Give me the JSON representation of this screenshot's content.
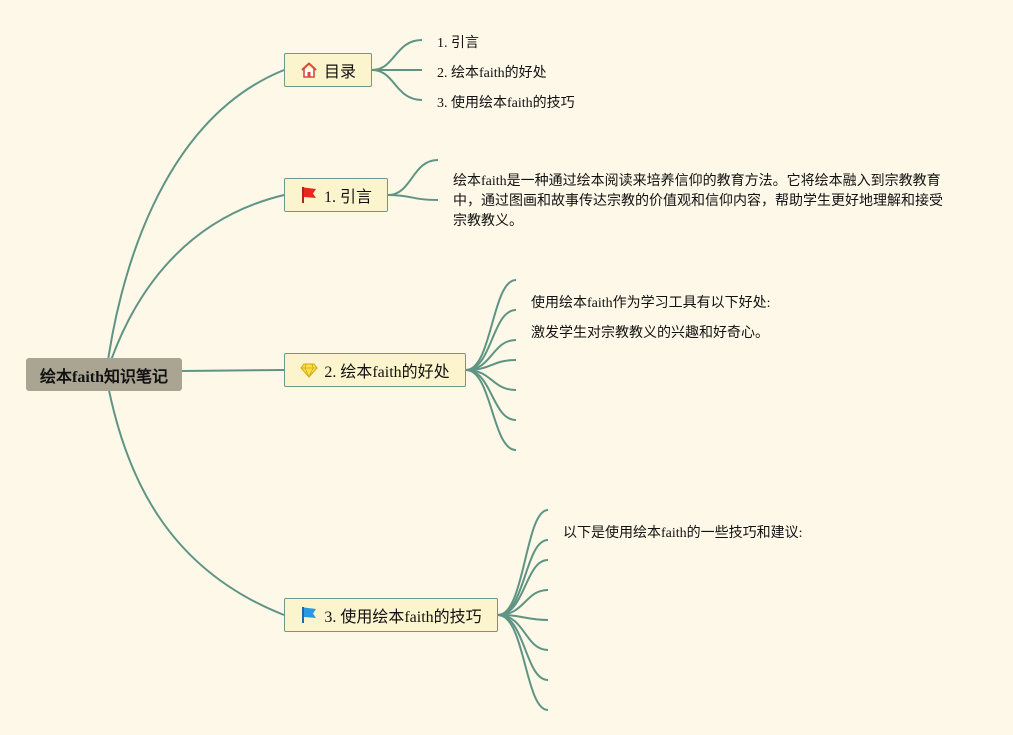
{
  "root": {
    "label": "绘本faith知识笔记"
  },
  "branches": [
    {
      "key": "toc",
      "label": "目录",
      "icon": "home-icon",
      "children": [
        "1. 引言",
        "2. 绘本faith的好处",
        "3. 使用绘本faith的技巧"
      ]
    },
    {
      "key": "intro",
      "label": "1. 引言",
      "icon": "red-flag-icon",
      "text": "绘本faith是一种通过绘本阅读来培养信仰的教育方法。它将绘本融入到宗教教育中，通过图画和故事传达宗教的价值观和信仰内容，帮助学生更好地理解和接受宗教教义。"
    },
    {
      "key": "benefits",
      "label": "2. 绘本faith的好处",
      "icon": "diamond-icon",
      "children": [
        "使用绘本faith作为学习工具有以下好处:",
        "激发学生对宗教教义的兴趣和好奇心。"
      ]
    },
    {
      "key": "tips",
      "label": "3. 使用绘本faith的技巧",
      "icon": "blue-flag-icon",
      "children": [
        "以下是使用绘本faith的一些技巧和建议:"
      ]
    }
  ],
  "colors": {
    "background": "#fdf8e8",
    "connector": "#5f9484",
    "node_fill": "#fcf4cc",
    "root_fill": "#a9a592"
  }
}
